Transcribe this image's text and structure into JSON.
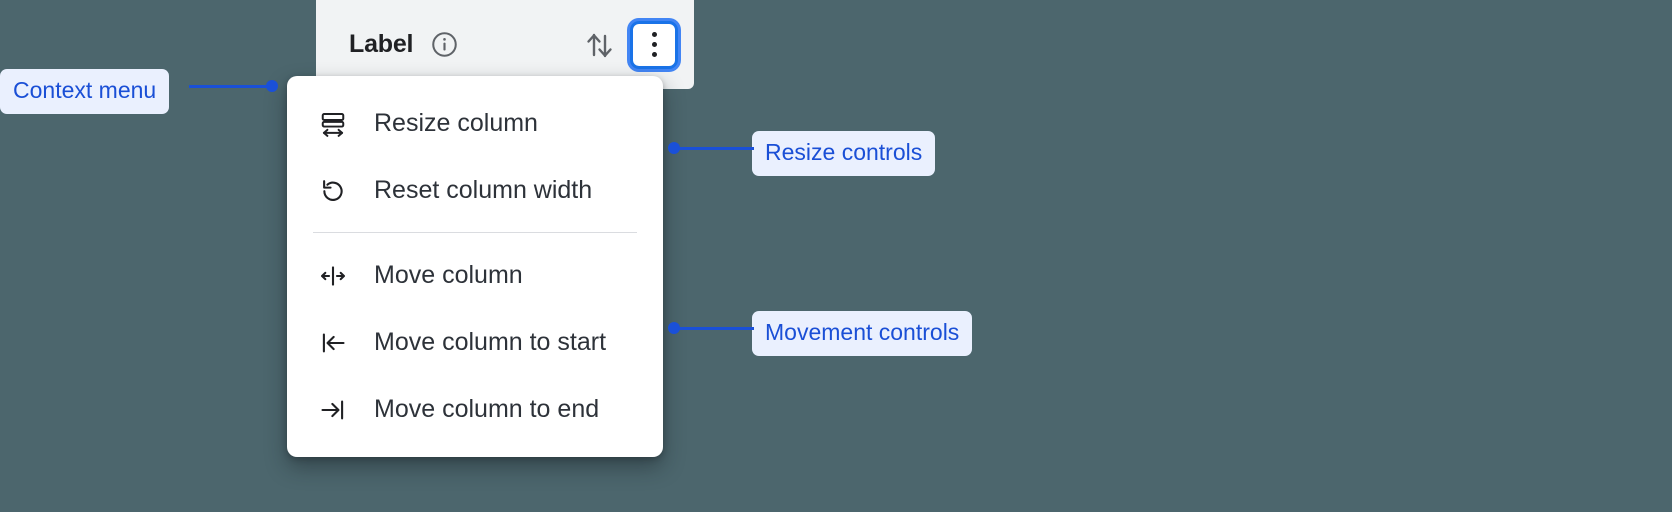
{
  "background_color": "#4c666d",
  "accent_color": "#1a73e8",
  "annotation_color": "#1a50d8",
  "annotation_pill_bg": "#eaf0fe",
  "header": {
    "label": "Label",
    "info_icon": "info-circle-icon",
    "sort_icon": "sort-arrows-icon",
    "menu_button_icon": "kebab-menu-icon",
    "card_background": "#f1f3f4"
  },
  "context_menu": {
    "groups": [
      {
        "name": "resize",
        "items": [
          {
            "label": "Resize column",
            "icon": "resize-column-icon"
          },
          {
            "label": "Reset column width",
            "icon": "undo-rotate-icon"
          }
        ]
      },
      {
        "name": "movement",
        "items": [
          {
            "label": "Move column",
            "icon": "move-column-icon"
          },
          {
            "label": "Move column to start",
            "icon": "move-to-start-icon"
          },
          {
            "label": "Move column to end",
            "icon": "move-to-end-icon"
          }
        ]
      }
    ]
  },
  "annotations": [
    {
      "id": "context-menu",
      "label": "Context menu"
    },
    {
      "id": "resize",
      "label": "Resize controls"
    },
    {
      "id": "movement",
      "label": "Movement controls"
    }
  ]
}
